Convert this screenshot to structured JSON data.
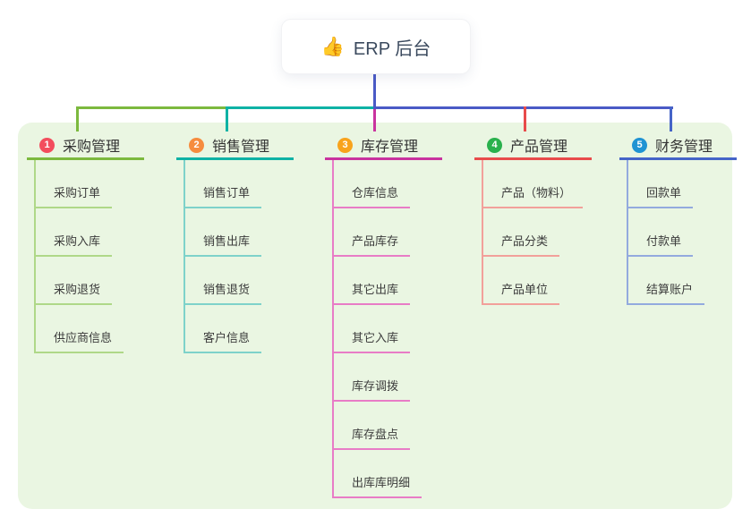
{
  "root": {
    "icon": "👍",
    "label": "ERP 后台",
    "line_color": "#4a5ac6"
  },
  "branches": [
    {
      "badge": "1",
      "title": "采购管理",
      "badge_color": "#f34d5d",
      "line_color": "#7cb93e",
      "child_line_color": "#afd888",
      "items": [
        "采购订单",
        "采购入库",
        "采购退货",
        "供应商信息"
      ]
    },
    {
      "badge": "2",
      "title": "销售管理",
      "badge_color": "#f68c3e",
      "line_color": "#0fb2a5",
      "child_line_color": "#7ed2ca",
      "items": [
        "销售订单",
        "销售出库",
        "销售退货",
        "客户信息"
      ]
    },
    {
      "badge": "3",
      "title": "库存管理",
      "badge_color": "#f8a31c",
      "line_color": "#c9339f",
      "child_line_color": "#e87cc6",
      "items": [
        "仓库信息",
        "产品库存",
        "其它出库",
        "其它入库",
        "库存调拨",
        "库存盘点",
        "出库库明细"
      ]
    },
    {
      "badge": "4",
      "title": "产品管理",
      "badge_color": "#2ab14d",
      "line_color": "#e84b4b",
      "child_line_color": "#f2a09a",
      "items": [
        "产品（物料）",
        "产品分类",
        "产品单位"
      ]
    },
    {
      "badge": "5",
      "title": "财务管理",
      "badge_color": "#2093d3",
      "line_color": "#4564c8",
      "child_line_color": "#93aade",
      "items": [
        "回款单",
        "付款单",
        "结算账户"
      ]
    }
  ]
}
